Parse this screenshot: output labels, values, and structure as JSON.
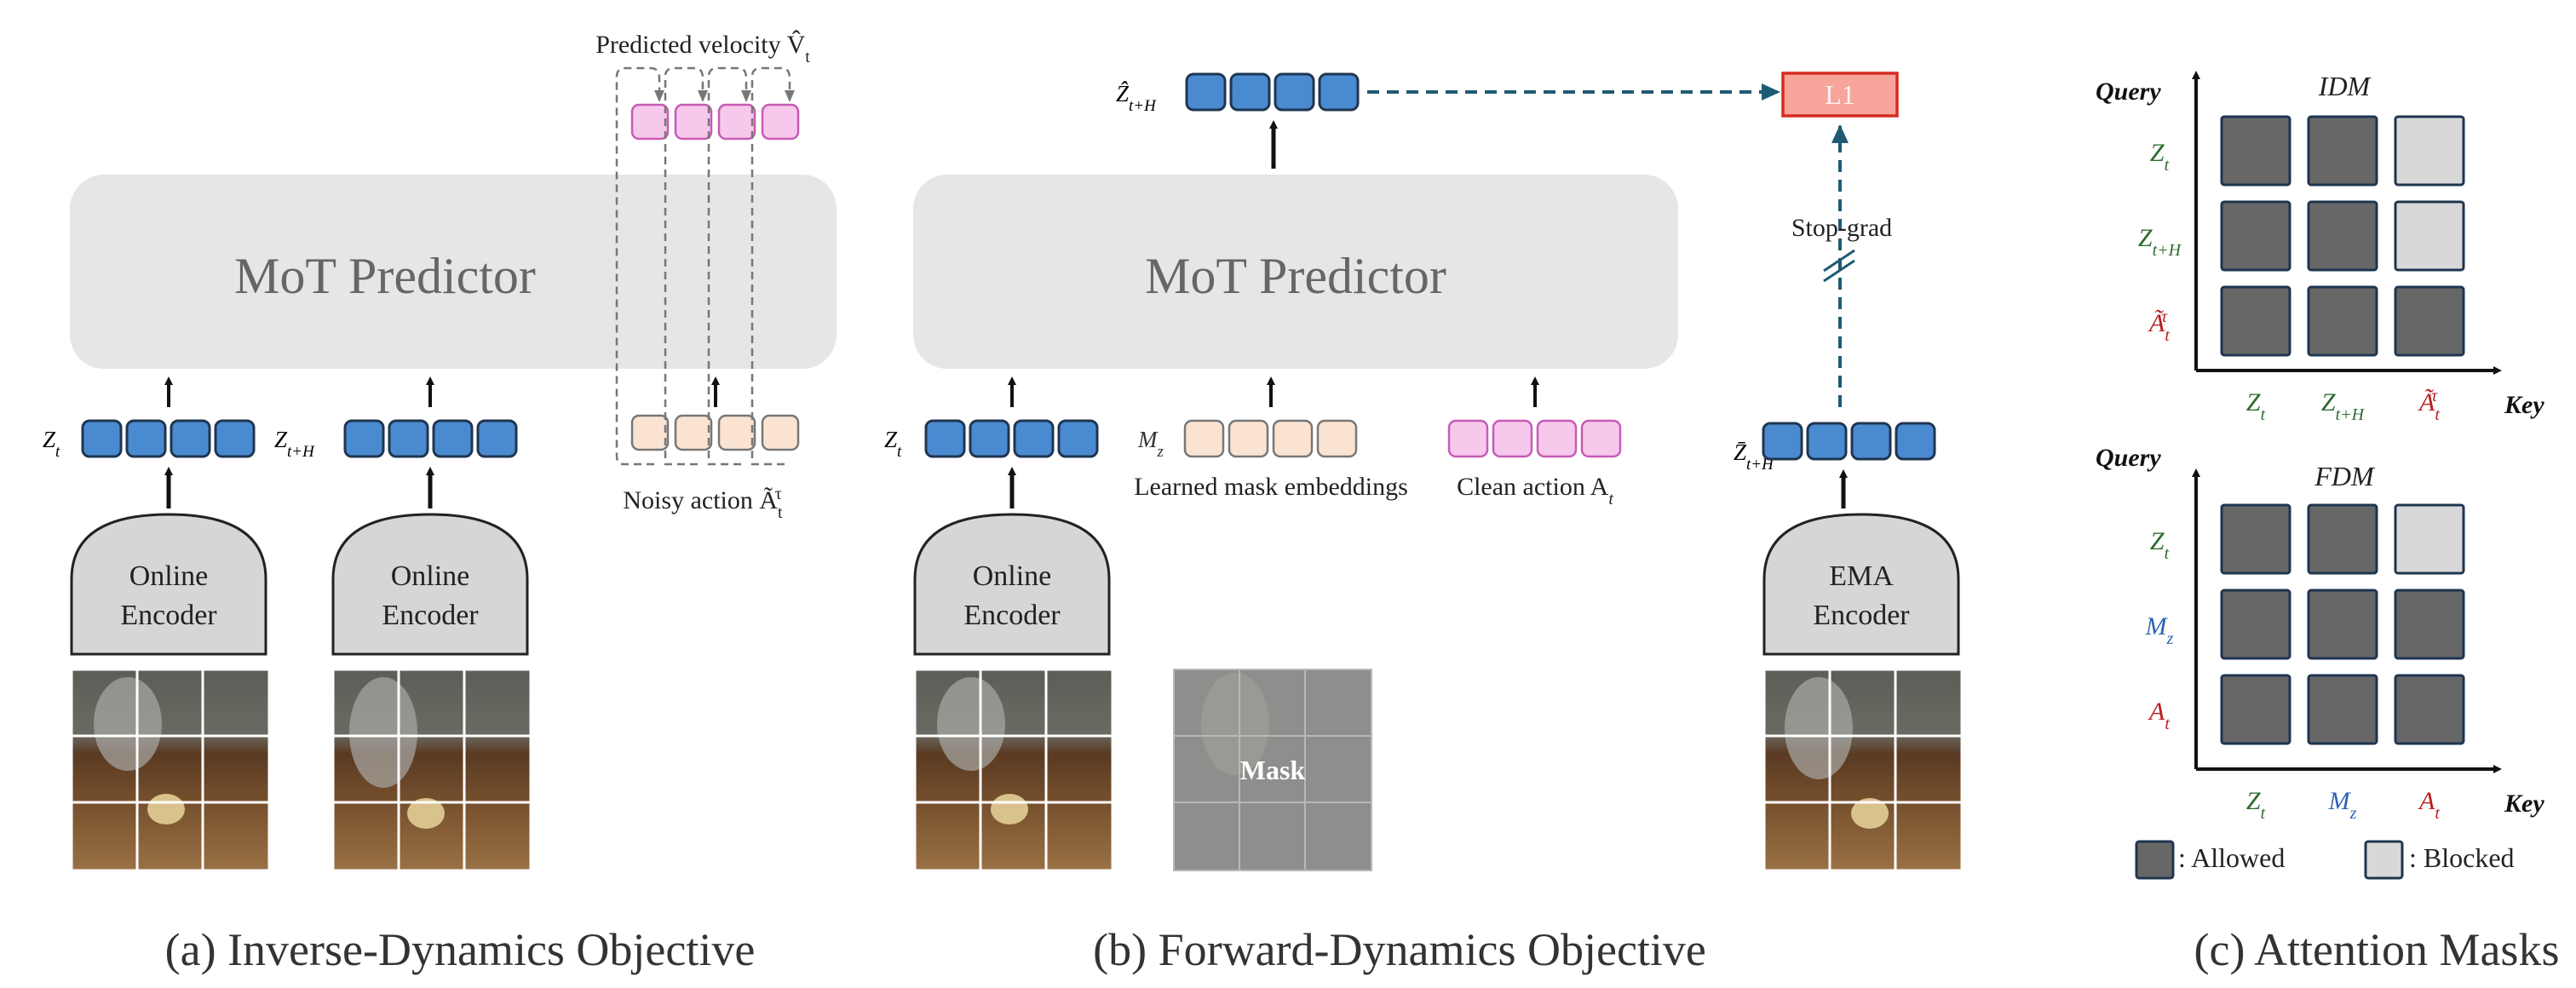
{
  "colors": {
    "latent_token": "#4a8ad0",
    "latent_token_border": "#1f3550",
    "noisy_token": "#fbe3d2",
    "noisy_token_border": "#777777",
    "action_token": "#f6c8ec",
    "action_token_border": "#c75bb5",
    "predictor_box": "#e6e6e6",
    "encoder_box": "#d6d6d6",
    "loss_box": "#f7a49a",
    "loss_border": "#d62b20",
    "allowed": "#676767",
    "blocked": "#d8d8d8",
    "green_label": "#2e6b2e",
    "blue_label": "#2c64b0",
    "red_label": "#b81e1e",
    "dashed_arrow": "#1f5a74"
  },
  "panel_a": {
    "caption": "(a) Inverse-Dynamics Objective",
    "predictor": "MoT Predictor",
    "encoder_1": [
      "Online",
      "Encoder"
    ],
    "encoder_2": [
      "Online",
      "Encoder"
    ],
    "token_z": "Z",
    "token_z_sub": "t",
    "token_zh": "Z",
    "token_zh_sub": "t+H",
    "velocity_label": "Predicted velocity V̂",
    "velocity_sub": "t",
    "noisy_label": "Noisy action Ã",
    "noisy_sub": "t",
    "noisy_sup": "τ"
  },
  "panel_b": {
    "caption": "(b) Forward-Dynamics Objective",
    "predictor": "MoT Predictor",
    "encoder_online": [
      "Online",
      "Encoder"
    ],
    "encoder_ema": [
      "EMA",
      "Encoder"
    ],
    "token_z": "Z",
    "token_z_sub": "t",
    "token_mz": "M",
    "token_mz_sub": "z",
    "mask_label": "Learned mask embeddings",
    "clean_label": "Clean action A",
    "clean_sub": "t",
    "output_token": "Ẑ",
    "output_sub": "t+H",
    "ema_token": "Z̄",
    "ema_sub": "t+H",
    "loss": "L1",
    "stop_grad": "Stop-grad",
    "mask_image_label": "Mask"
  },
  "panel_c": {
    "caption": "(c) Attention Masks",
    "query_axis": "Query",
    "key_axis": "Key",
    "idm": {
      "title": "IDM",
      "rows": [
        {
          "base": "Z",
          "sub": "t",
          "sup": "",
          "color": "green"
        },
        {
          "base": "Z",
          "sub": "t+H",
          "sup": "",
          "color": "green"
        },
        {
          "base": "Ã",
          "sub": "t",
          "sup": "τ",
          "color": "red"
        }
      ],
      "cols": [
        {
          "base": "Z",
          "sub": "t",
          "sup": "",
          "color": "green"
        },
        {
          "base": "Z",
          "sub": "t+H",
          "sup": "",
          "color": "green"
        },
        {
          "base": "Ã",
          "sub": "t",
          "sup": "τ",
          "color": "red"
        }
      ],
      "matrix": [
        [
          1,
          1,
          0
        ],
        [
          1,
          1,
          0
        ],
        [
          1,
          1,
          1
        ]
      ]
    },
    "fdm": {
      "title": "FDM",
      "rows": [
        {
          "base": "Z",
          "sub": "t",
          "sup": "",
          "color": "green"
        },
        {
          "base": "M",
          "sub": "z",
          "sup": "",
          "color": "blue"
        },
        {
          "base": "A",
          "sub": "t",
          "sup": "",
          "color": "red"
        }
      ],
      "cols": [
        {
          "base": "Z",
          "sub": "t",
          "sup": "",
          "color": "green"
        },
        {
          "base": "M",
          "sub": "z",
          "sup": "",
          "color": "blue"
        },
        {
          "base": "A",
          "sub": "t",
          "sup": "",
          "color": "red"
        }
      ],
      "matrix": [
        [
          1,
          1,
          0
        ],
        [
          1,
          1,
          1
        ],
        [
          1,
          1,
          1
        ]
      ]
    },
    "legend_allowed": ": Allowed",
    "legend_blocked": ": Blocked"
  }
}
